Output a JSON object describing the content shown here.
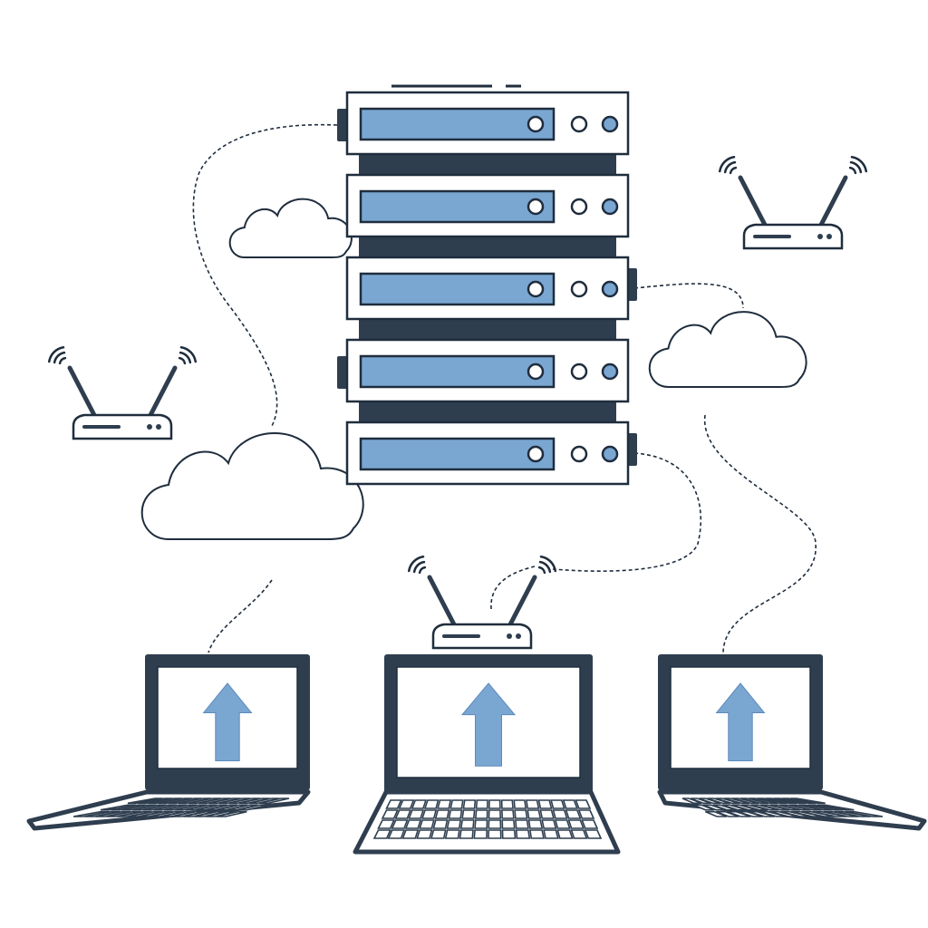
{
  "diagram": {
    "subject": "network-illustration",
    "colors": {
      "outline": "#1f2d3d",
      "dark_fill": "#2f3e4f",
      "accent_blue": "#7aa6d2",
      "background": "#ffffff",
      "panel_fill": "#ffffff"
    },
    "server_units": 5,
    "routers": 3,
    "clouds": 3,
    "laptops": 3,
    "icons": [
      "server-rack-icon",
      "router-icon",
      "cloud-icon",
      "laptop-icon",
      "upload-arrow-icon"
    ]
  }
}
